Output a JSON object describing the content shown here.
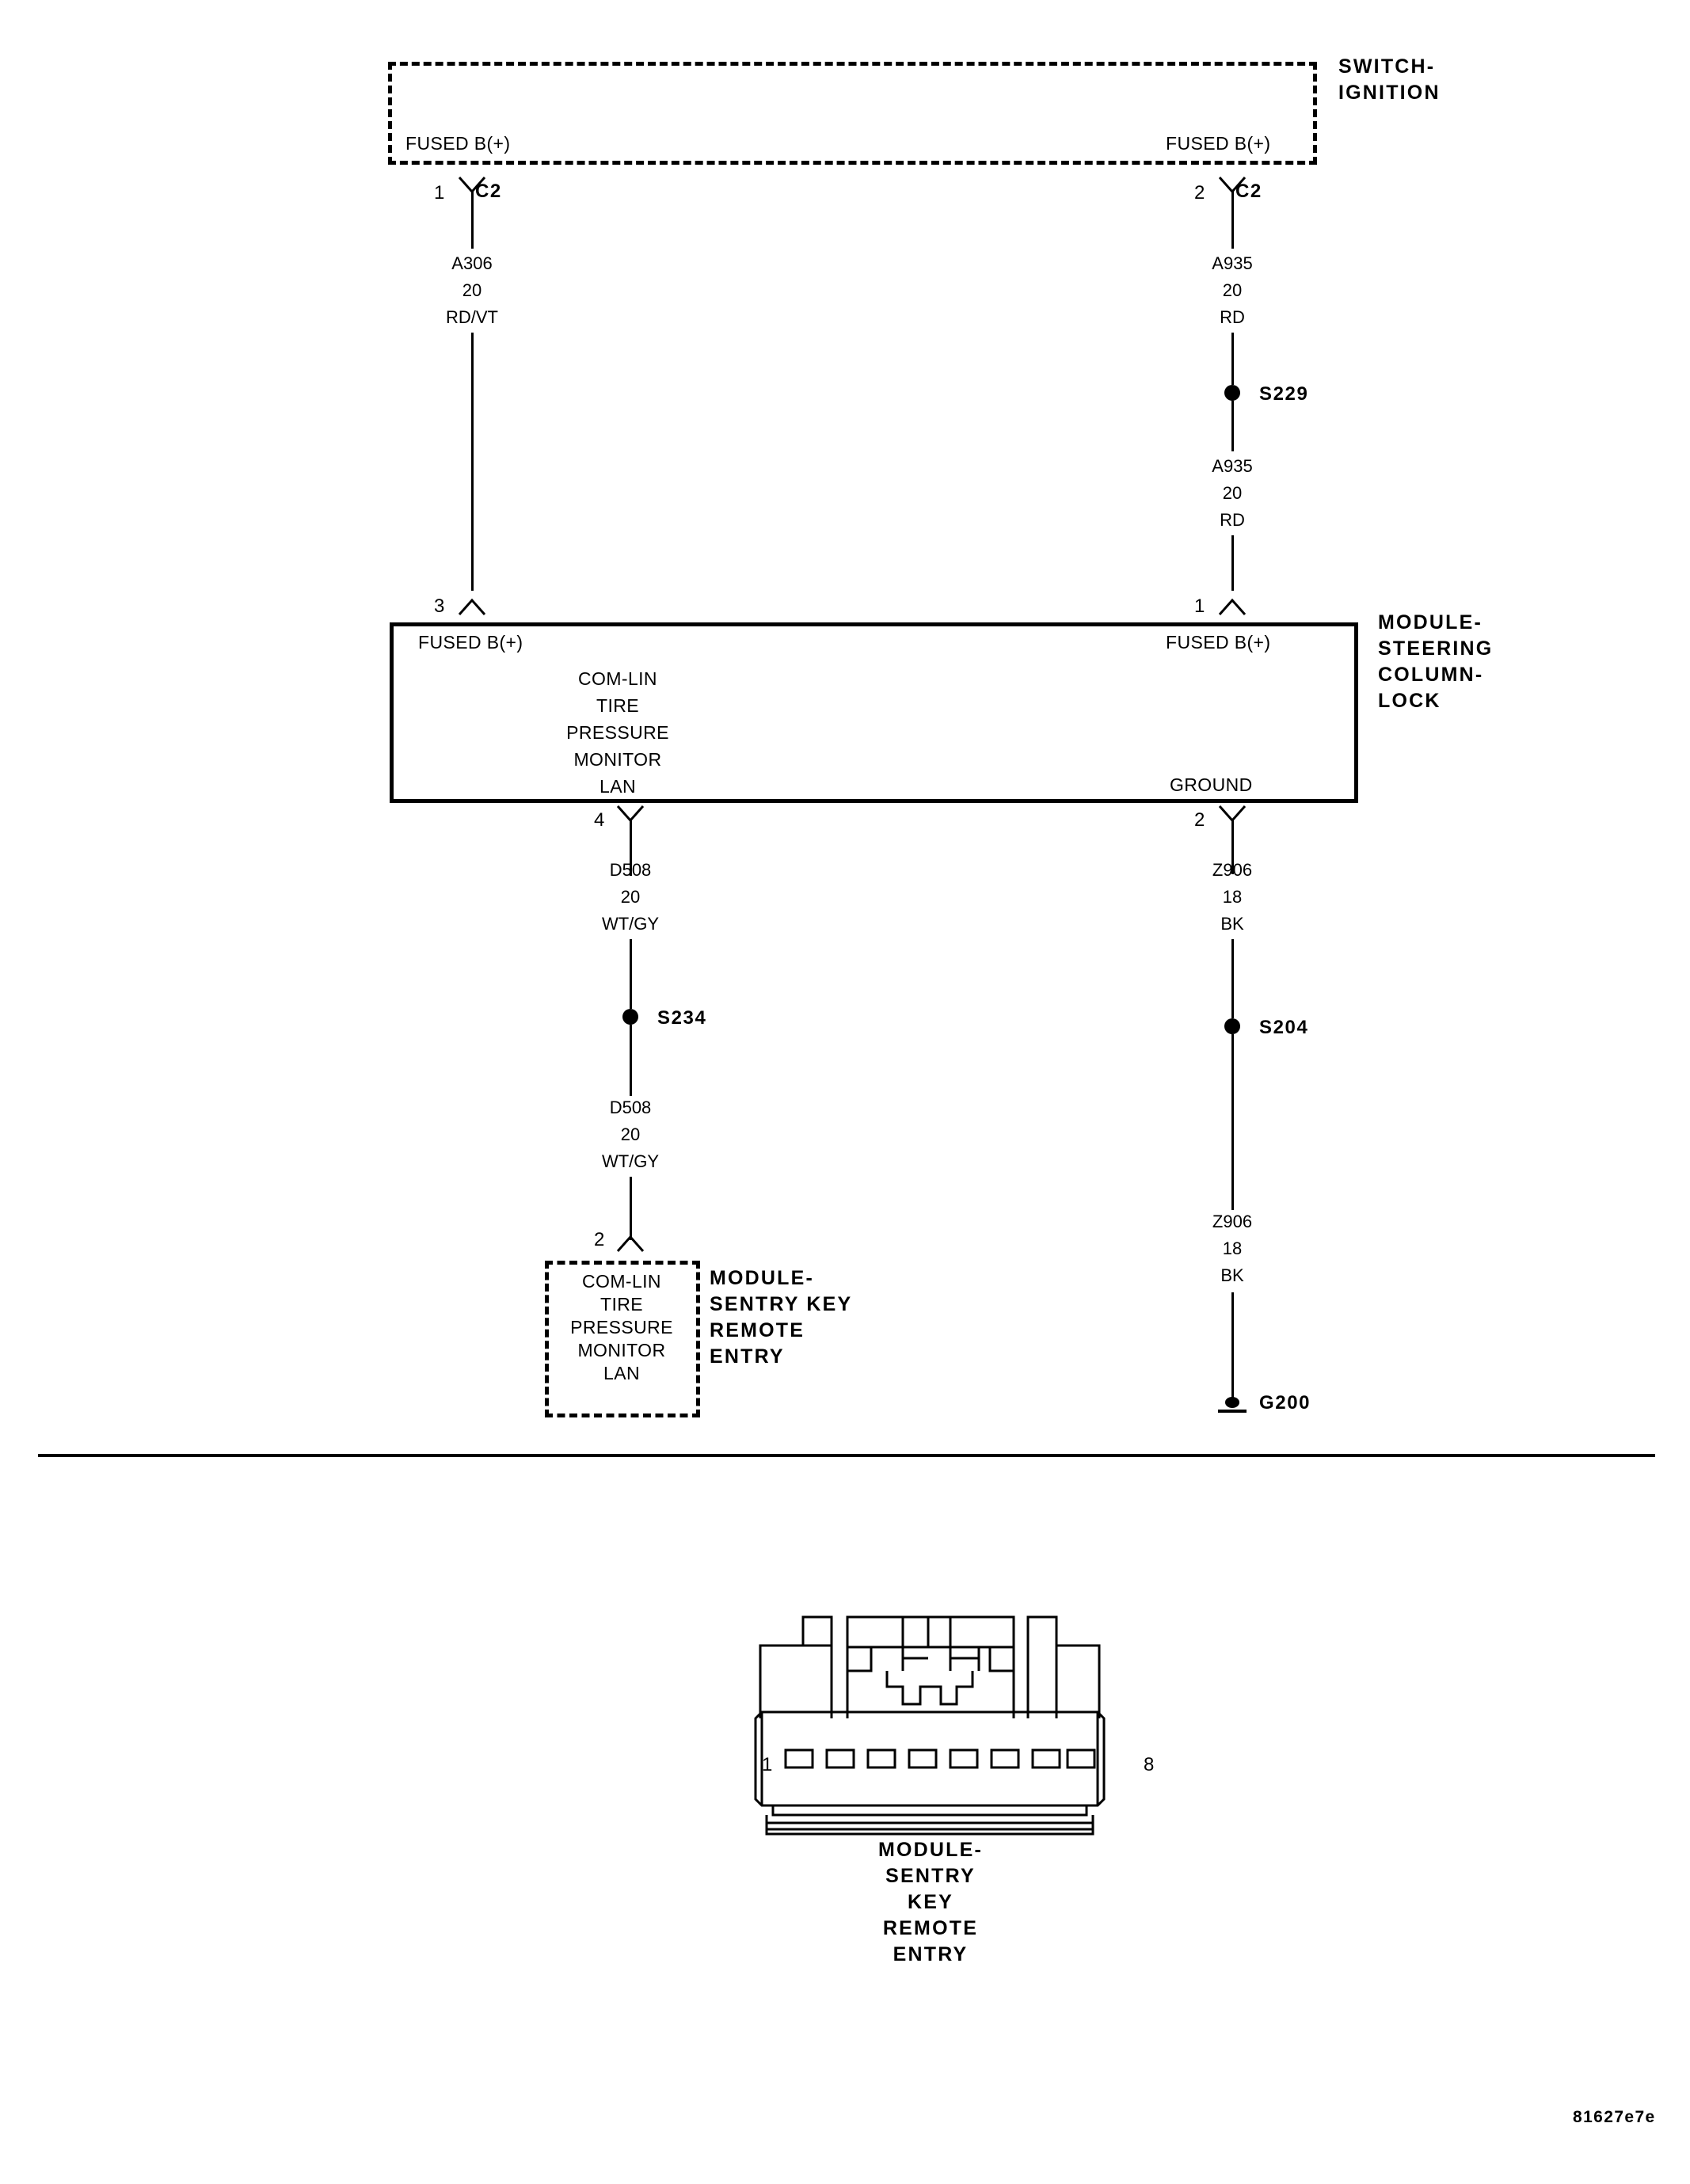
{
  "diagram": {
    "watermark": "81627e7e",
    "switch_ignition": {
      "title": "SWITCH-\nIGNITION",
      "left_terminal_label": "FUSED B(+)",
      "right_terminal_label": "FUSED B(+)",
      "left_pin": "1",
      "left_connector": "C2",
      "right_pin": "2",
      "right_connector": "C2"
    },
    "wires": {
      "a306_top": {
        "circuit": "A306",
        "gauge": "20",
        "color": "RD/VT"
      },
      "a935_top": {
        "circuit": "A935",
        "gauge": "20",
        "color": "RD"
      },
      "a935_bottom": {
        "circuit": "A935",
        "gauge": "20",
        "color": "RD"
      },
      "d508_top": {
        "circuit": "D508",
        "gauge": "20",
        "color": "WT/GY"
      },
      "d508_bottom": {
        "circuit": "D508",
        "gauge": "20",
        "color": "WT/GY"
      },
      "z906_top": {
        "circuit": "Z906",
        "gauge": "18",
        "color": "BK"
      },
      "z906_bottom": {
        "circuit": "Z906",
        "gauge": "18",
        "color": "BK"
      }
    },
    "splices": {
      "s229": "S229",
      "s234": "S234",
      "s204": "S204"
    },
    "ground": {
      "g200": "G200"
    },
    "steering_column_lock": {
      "title": "MODULE-\nSTEERING\nCOLUMN-\nLOCK",
      "left_top_label": "FUSED B(+)",
      "right_top_label": "FUSED B(+)",
      "right_bottom_label": "GROUND",
      "center_label": "COM-LIN\nTIRE\nPRESSURE\nMONITOR\nLAN",
      "pin_in_left": "3",
      "pin_in_right": "1",
      "pin_out_left": "4",
      "pin_out_right": "2"
    },
    "sentry_key_module": {
      "title": "MODULE-\nSENTRY KEY\nREMOTE\nENTRY",
      "center_label": "COM-LIN\nTIRE\nPRESSURE\nMONITOR\nLAN",
      "pin": "2"
    },
    "connector_view": {
      "caption": "MODULE-\nSENTRY\nKEY\nREMOTE\nENTRY",
      "pin_left": "1",
      "pin_right": "8",
      "cavity_count": 8
    }
  }
}
